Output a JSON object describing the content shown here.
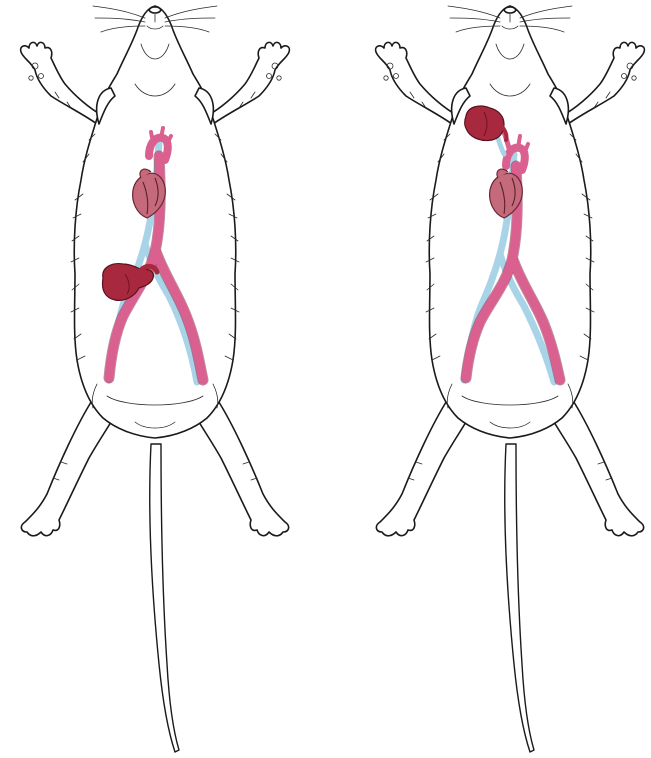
{
  "colors": {
    "artery": "#d9608f",
    "vein": "#a9d4e8",
    "heart": "#c46a7a",
    "graft_organ": "#a8293d",
    "outline": "#1a1a1a",
    "background": "#ffffff"
  },
  "panels": [
    {
      "id": "left",
      "graft_location": "abdominal"
    },
    {
      "id": "right",
      "graft_location": "cervical"
    }
  ]
}
